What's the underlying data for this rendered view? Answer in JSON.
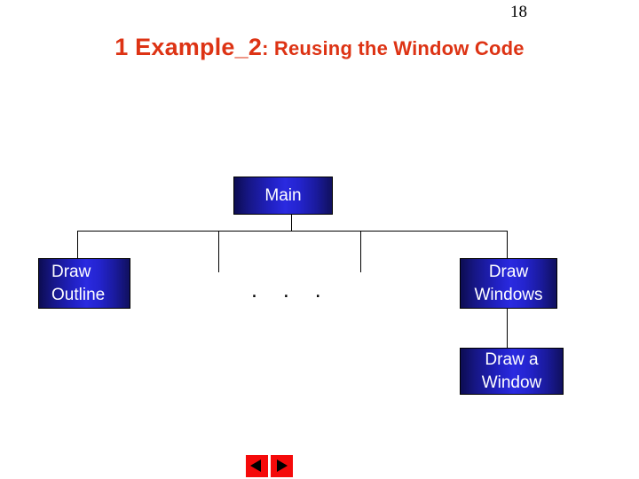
{
  "slide": {
    "page_number": "18",
    "title": {
      "main": "1 Example_2",
      "sub": ": Reusing the Window Code",
      "color": "#DD3314"
    },
    "background_color": "#FFFFFF"
  },
  "diagram": {
    "type": "tree",
    "node_fill_color": "#2424CF",
    "node_text_color": "#FFFFFF",
    "node_border_color": "#000000",
    "connector_color": "#000000",
    "ellipsis": ". . .",
    "nodes": {
      "root": {
        "label": "Main"
      },
      "child_left": {
        "label": "Draw\nOutline"
      },
      "child_right": {
        "label": "Draw\nWindows"
      },
      "grandchild": {
        "label": "Draw a\nWindow"
      }
    }
  },
  "navigation": {
    "prev_label": "Previous slide",
    "next_label": "Next slide",
    "button_color": "#F50A0A",
    "arrow_color": "#000000",
    "prev_icon": "triangle-left-icon",
    "next_icon": "triangle-right-icon"
  }
}
